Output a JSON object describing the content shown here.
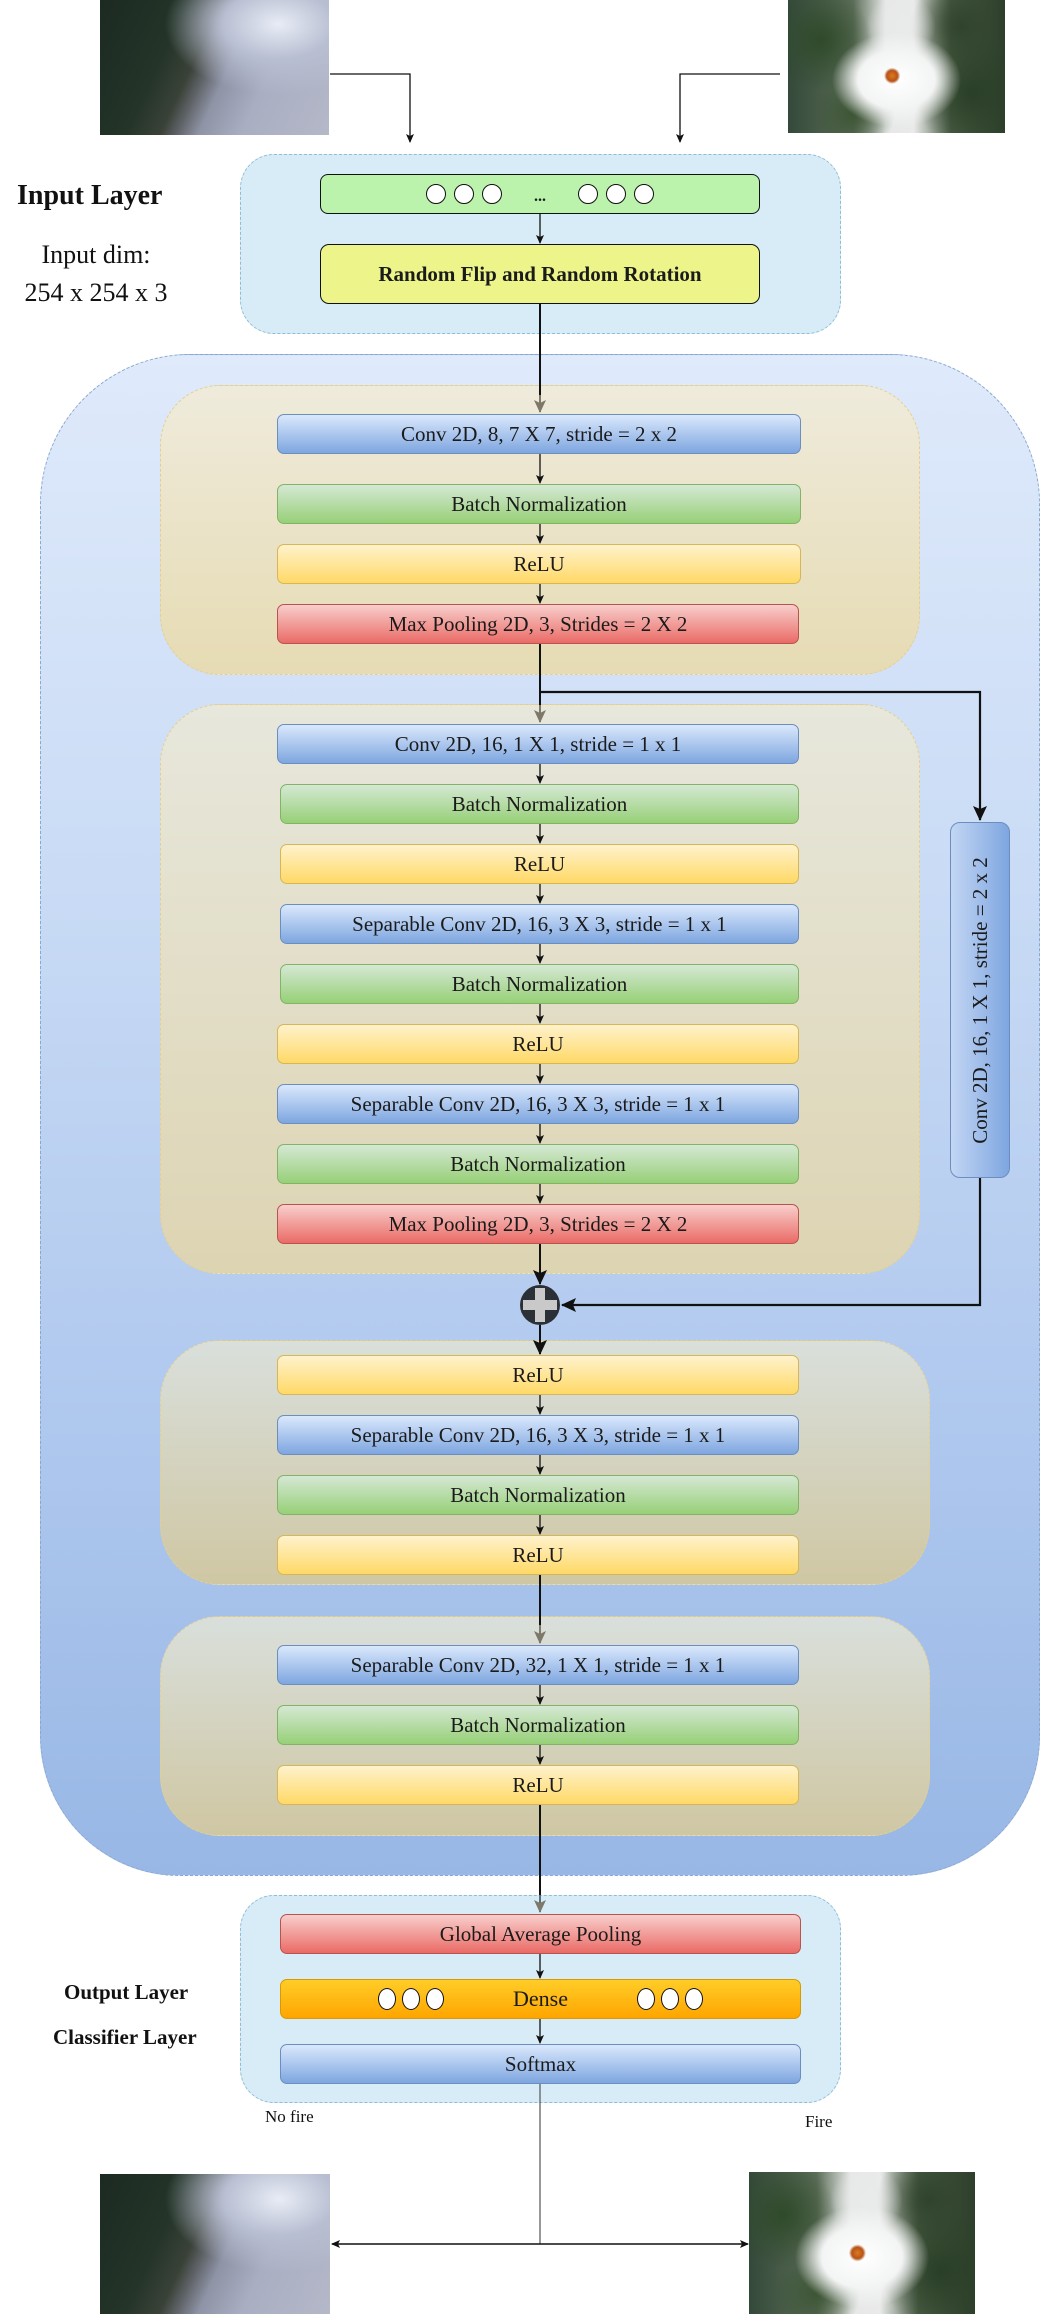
{
  "input_section": {
    "title": "Input Layer",
    "dim_label": "Input dim:",
    "dim_value": "254 x 254 x 3",
    "input_nodes_ellipsis": "...",
    "augmentation": "Random Flip and Random Rotation"
  },
  "images": {
    "input_no_fire": "aerial-lake-forest-photo",
    "input_fire": "aerial-snow-forest-fire-photo",
    "output_no_fire": "aerial-lake-forest-photo",
    "output_fire": "aerial-snow-forest-fire-photo"
  },
  "block1": {
    "layers": [
      {
        "label": "Conv 2D, 8, 7 X 7, stride = 2 x 2",
        "type": "conv"
      },
      {
        "label": "Batch Normalization",
        "type": "bn"
      },
      {
        "label": "ReLU",
        "type": "relu"
      },
      {
        "label": "Max Pooling 2D, 3, Strides = 2 X 2",
        "type": "pool"
      }
    ]
  },
  "block2": {
    "layers": [
      {
        "label": "Conv 2D, 16, 1 X 1, stride = 1 x 1",
        "type": "conv"
      },
      {
        "label": "Batch Normalization",
        "type": "bn"
      },
      {
        "label": "ReLU",
        "type": "relu"
      },
      {
        "label": "Separable Conv 2D, 16, 3 X 3, stride = 1 x 1",
        "type": "conv"
      },
      {
        "label": "Batch Normalization",
        "type": "bn"
      },
      {
        "label": "ReLU",
        "type": "relu"
      },
      {
        "label": "Separable Conv 2D, 16, 3 X 3, stride = 1 x 1",
        "type": "conv"
      },
      {
        "label": "Batch Normalization",
        "type": "bn"
      },
      {
        "label": "Max Pooling 2D, 3, Strides = 2 X 2",
        "type": "pool"
      }
    ],
    "skip_branch": "Conv 2D, 16, 1 X 1, stride = 2 x 2"
  },
  "block3": {
    "layers": [
      {
        "label": "ReLU",
        "type": "relu"
      },
      {
        "label": "Separable Conv 2D, 16, 3 X 3, stride = 1 x 1",
        "type": "conv"
      },
      {
        "label": "Batch Normalization",
        "type": "bn"
      },
      {
        "label": "ReLU",
        "type": "relu"
      }
    ]
  },
  "block4": {
    "layers": [
      {
        "label": "Separable Conv 2D, 32, 1 X 1, stride = 1 x 1",
        "type": "conv"
      },
      {
        "label": "Batch Normalization",
        "type": "bn"
      },
      {
        "label": "ReLU",
        "type": "relu"
      }
    ]
  },
  "output_section": {
    "output_label": "Output Layer",
    "classifier_label": "Classifier Layer",
    "layers": [
      {
        "label": "Global Average Pooling",
        "type": "pool"
      },
      {
        "label": "Dense",
        "type": "dense"
      },
      {
        "label": "Softmax",
        "type": "conv"
      }
    ],
    "class_no_fire": "No fire",
    "class_fire": "Fire"
  },
  "colors": {
    "conv": "#7ea6e0",
    "bn": "#97d077",
    "relu": "#ffd966",
    "pool": "#ea6b66",
    "dense": "#ffa500",
    "input_nodes": "#bbf3ac",
    "augmentation": "#edf58a"
  }
}
